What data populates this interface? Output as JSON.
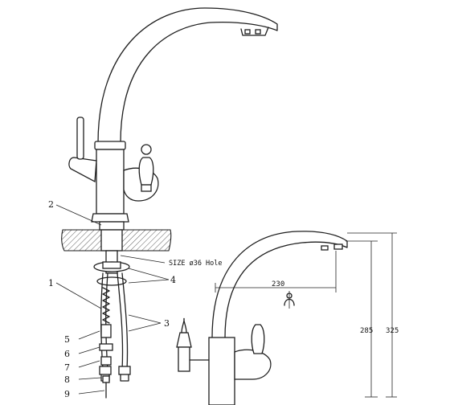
{
  "diagram": {
    "part_labels": [
      {
        "id": "1",
        "text": "1"
      },
      {
        "id": "2",
        "text": "2"
      },
      {
        "id": "3",
        "text": "3"
      },
      {
        "id": "4",
        "text": "4"
      },
      {
        "id": "5",
        "text": "5"
      },
      {
        "id": "6",
        "text": "6"
      },
      {
        "id": "7",
        "text": "7"
      },
      {
        "id": "8",
        "text": "8"
      },
      {
        "id": "9",
        "text": "9"
      }
    ],
    "hole_note": "SIZE ø36 Hole",
    "dimensions": {
      "reach": "230",
      "spout_height": "285",
      "total_height": "325"
    }
  }
}
